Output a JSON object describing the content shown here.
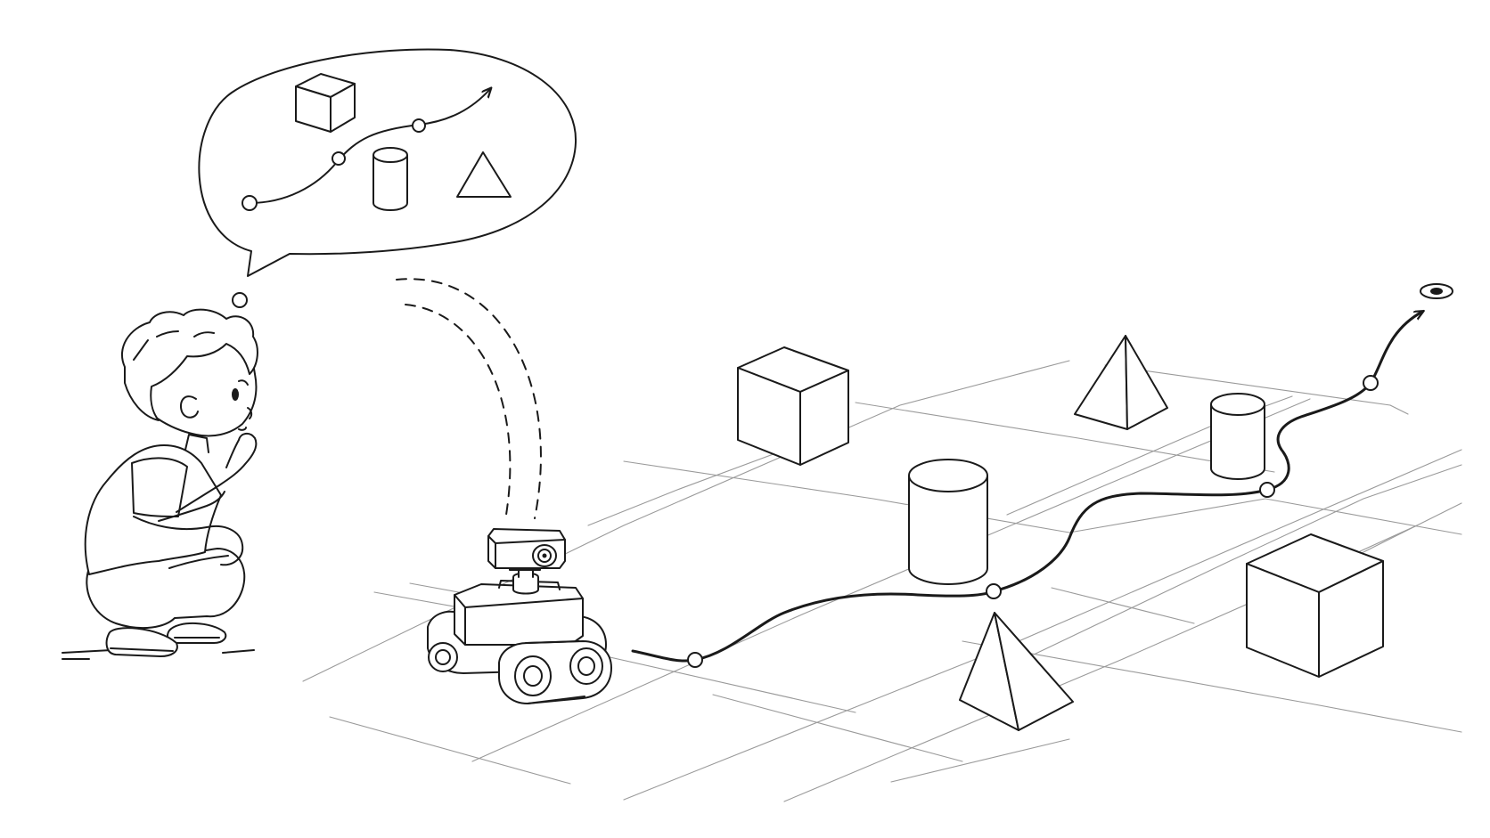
{
  "scene": {
    "ink_color": "#1a1a1a",
    "grid_color": "#9a9a9a",
    "background_color": "#ffffff",
    "shape_fill": "#ffffff"
  },
  "elements": {
    "figure": "child-figure",
    "thought": "thought-bubble",
    "robot": "robot-tracked-camera",
    "path": "planned-path",
    "goal": "goal-marker-icon"
  }
}
